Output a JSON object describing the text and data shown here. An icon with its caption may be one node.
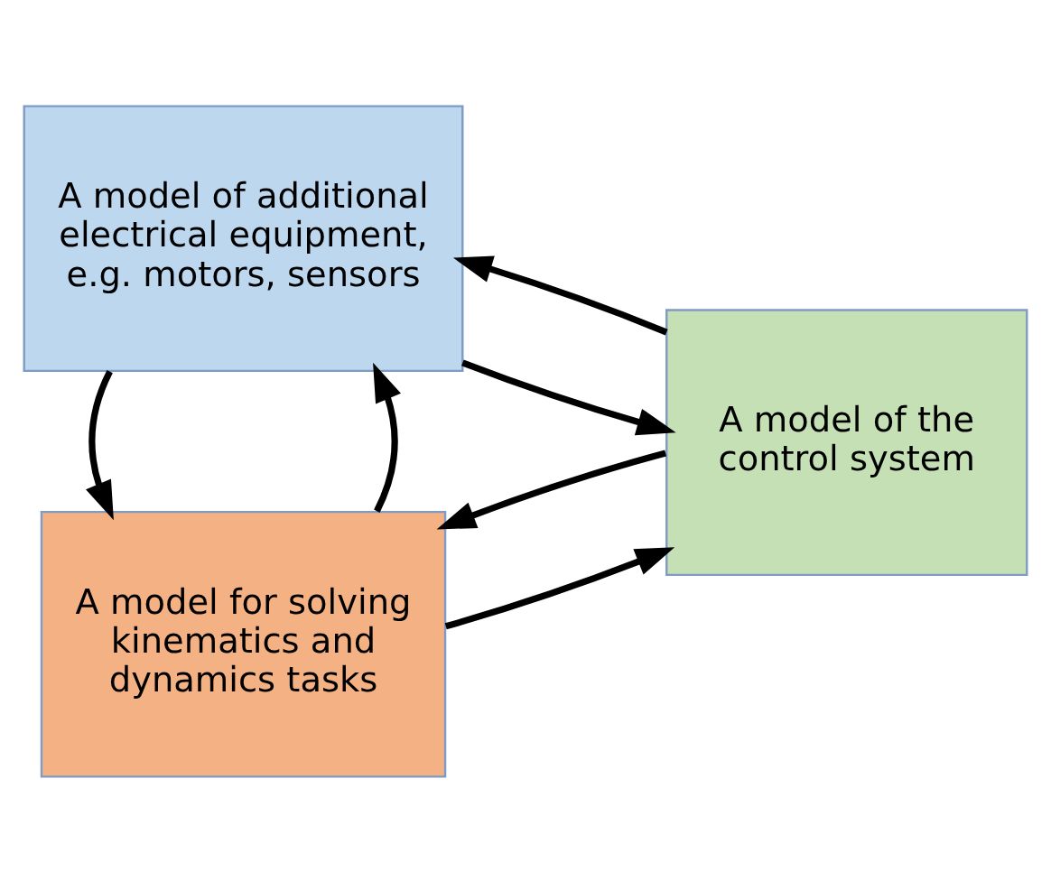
{
  "diagram": {
    "nodes": [
      {
        "text": [
          "A model for solving kinematics and dynamics tasks"
        ]
      },
      {
        "text": [
          "A model of the control system"
        ]
      },
      {
        "text": [
          "A model of additional electrical equipment, e.g. motors, sensors"
        ]
      }
    ],
    "edges": [
      {
        "from": 1,
        "to": 0,
        "arrow": "to"
      },
      {
        "from": 0,
        "to": 1,
        "arrow": "to"
      },
      {
        "from": 0,
        "to": 2,
        "arrow": "to"
      },
      {
        "from": 2,
        "to": 0,
        "arrow": "to"
      },
      {
        "from": 2,
        "to": 1,
        "arrow": "to"
      },
      {
        "from": 1,
        "to": 2,
        "arrow": "to"
      }
    ]
  }
}
